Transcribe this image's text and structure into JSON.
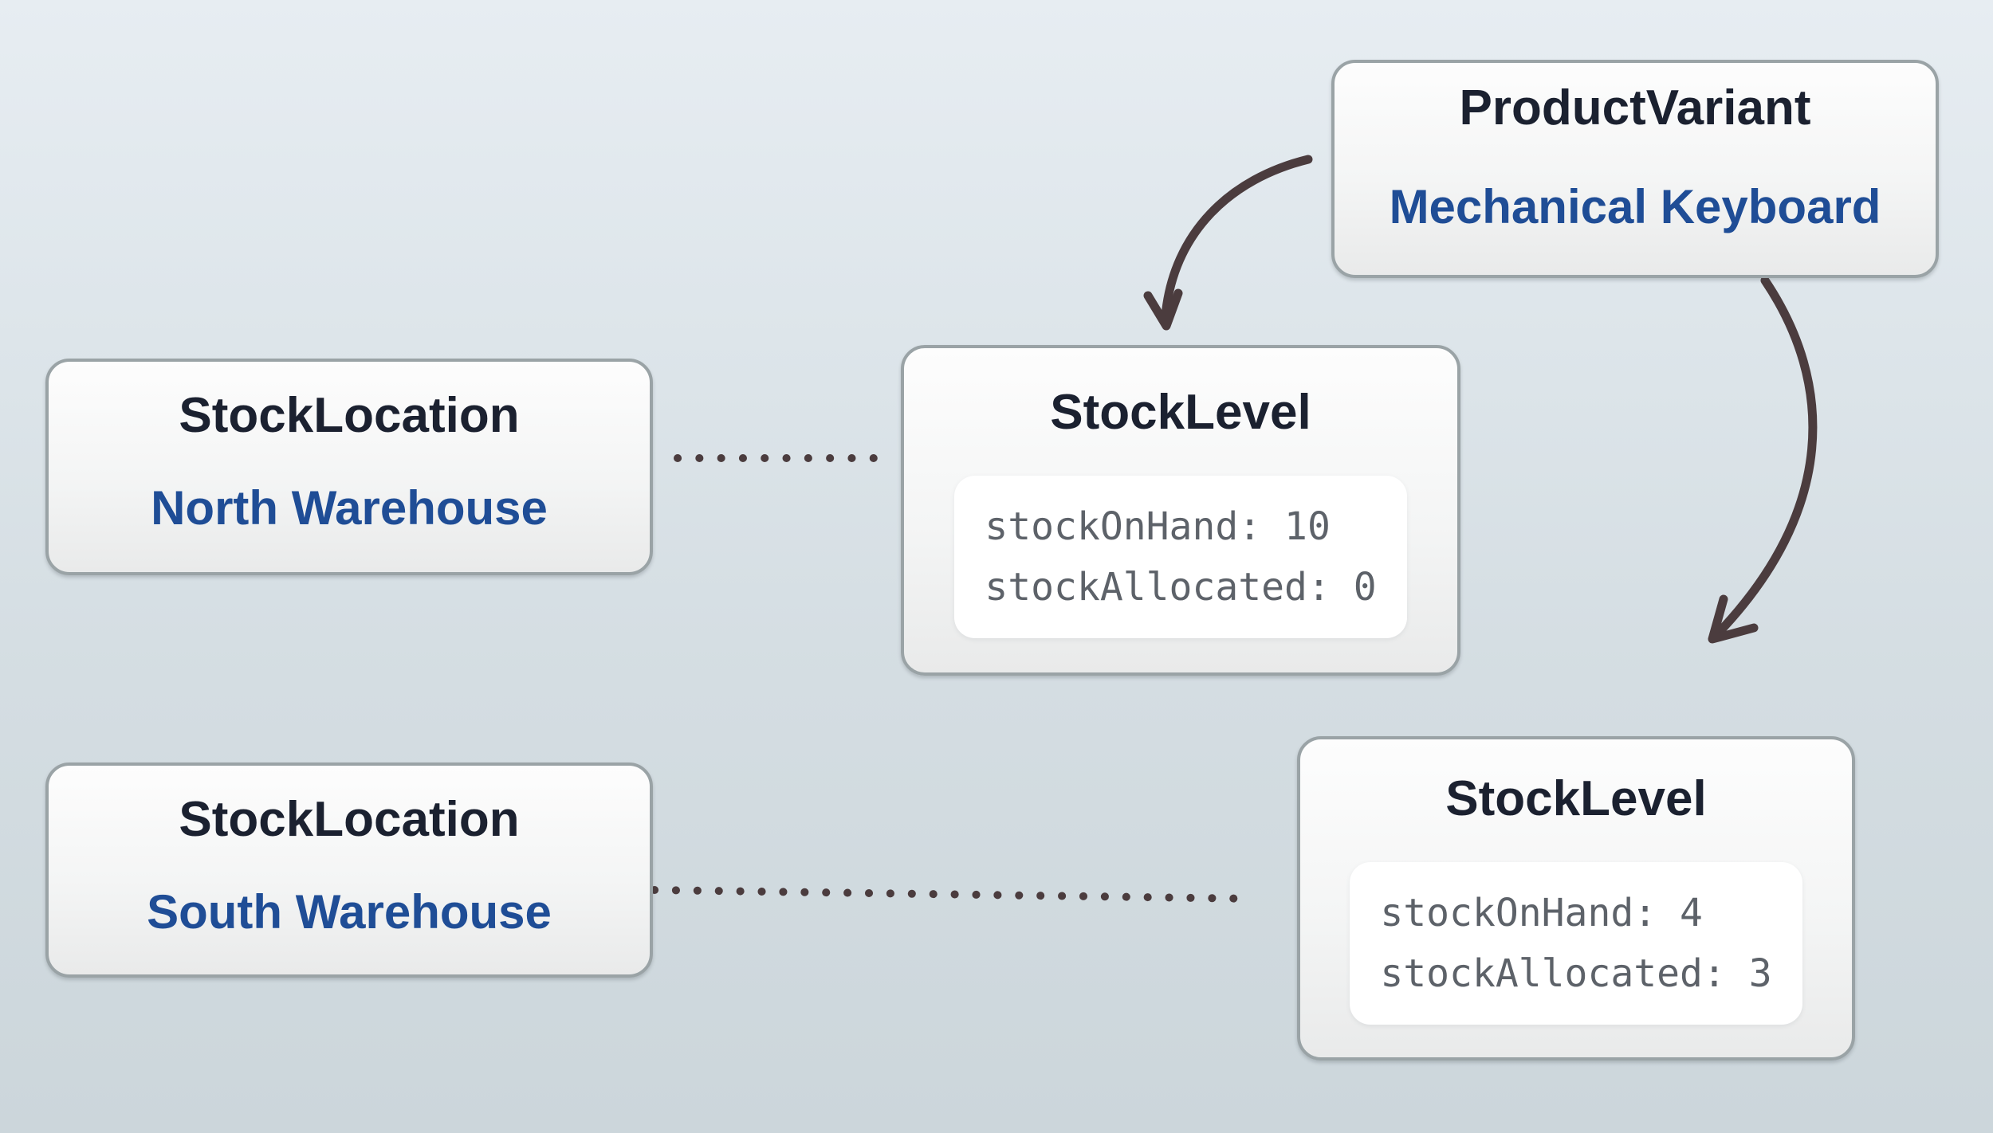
{
  "diagram": {
    "background": {
      "gradient_top": "#e7edf2",
      "gradient_bottom": "#ccd6db"
    },
    "colors": {
      "entity_title": "#1b2130",
      "entity_name": "#1f4d96",
      "node_border": "#9aa3a6",
      "node_fill": "#f4f5f5",
      "attr_panel_fill": "#ffffff",
      "attr_text": "#5d6269",
      "connector": "#4b3c3e"
    },
    "nodes": {
      "product_variant": {
        "type": "ProductVariant",
        "name": "Mechanical Keyboard"
      },
      "location_north": {
        "type": "StockLocation",
        "name": "North Warehouse"
      },
      "location_south": {
        "type": "StockLocation",
        "name": "South Warehouse"
      },
      "level_north": {
        "type": "StockLevel",
        "attrs": [
          "stockOnHand: 10",
          "stockAllocated: 0"
        ]
      },
      "level_south": {
        "type": "StockLevel",
        "attrs": [
          "stockOnHand: 4",
          "stockAllocated: 3"
        ]
      }
    },
    "edges": {
      "variant_to_level_north": "arrow",
      "variant_to_level_south": "arrow",
      "location_north_to_level": "dotted",
      "location_south_to_level": "dotted"
    }
  }
}
